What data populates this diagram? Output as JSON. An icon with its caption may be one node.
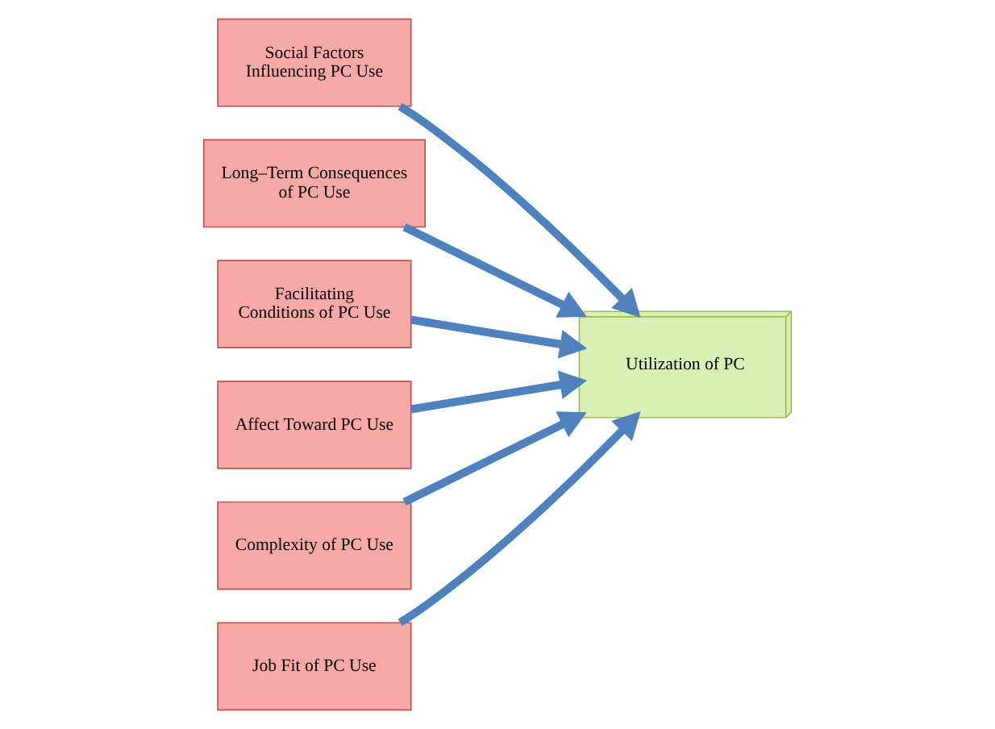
{
  "diagram": {
    "nodes": [
      {
        "text": [
          "Social Factors Influencing PC Use"
        ]
      },
      {
        "text": [
          "Long–Term Consequences of PC Use"
        ]
      },
      {
        "text": [
          "Facilitating Conditions of PC Use"
        ]
      },
      {
        "text": [
          "Affect Toward PC Use"
        ]
      },
      {
        "text": [
          "Complexity of PC Use"
        ]
      },
      {
        "text": [
          "Job Fit of PC Use"
        ]
      },
      {
        "text": [
          "Utilization of PC"
        ]
      }
    ],
    "edges": [
      {
        "from": 0,
        "to": 6,
        "arrow": "to"
      },
      {
        "from": 1,
        "to": 6,
        "arrow": "to"
      },
      {
        "from": 2,
        "to": 6,
        "arrow": "to"
      },
      {
        "from": 3,
        "to": 6,
        "arrow": "to"
      },
      {
        "from": 4,
        "to": 6,
        "arrow": "to"
      },
      {
        "from": 5,
        "to": 6,
        "arrow": "to"
      }
    ]
  }
}
